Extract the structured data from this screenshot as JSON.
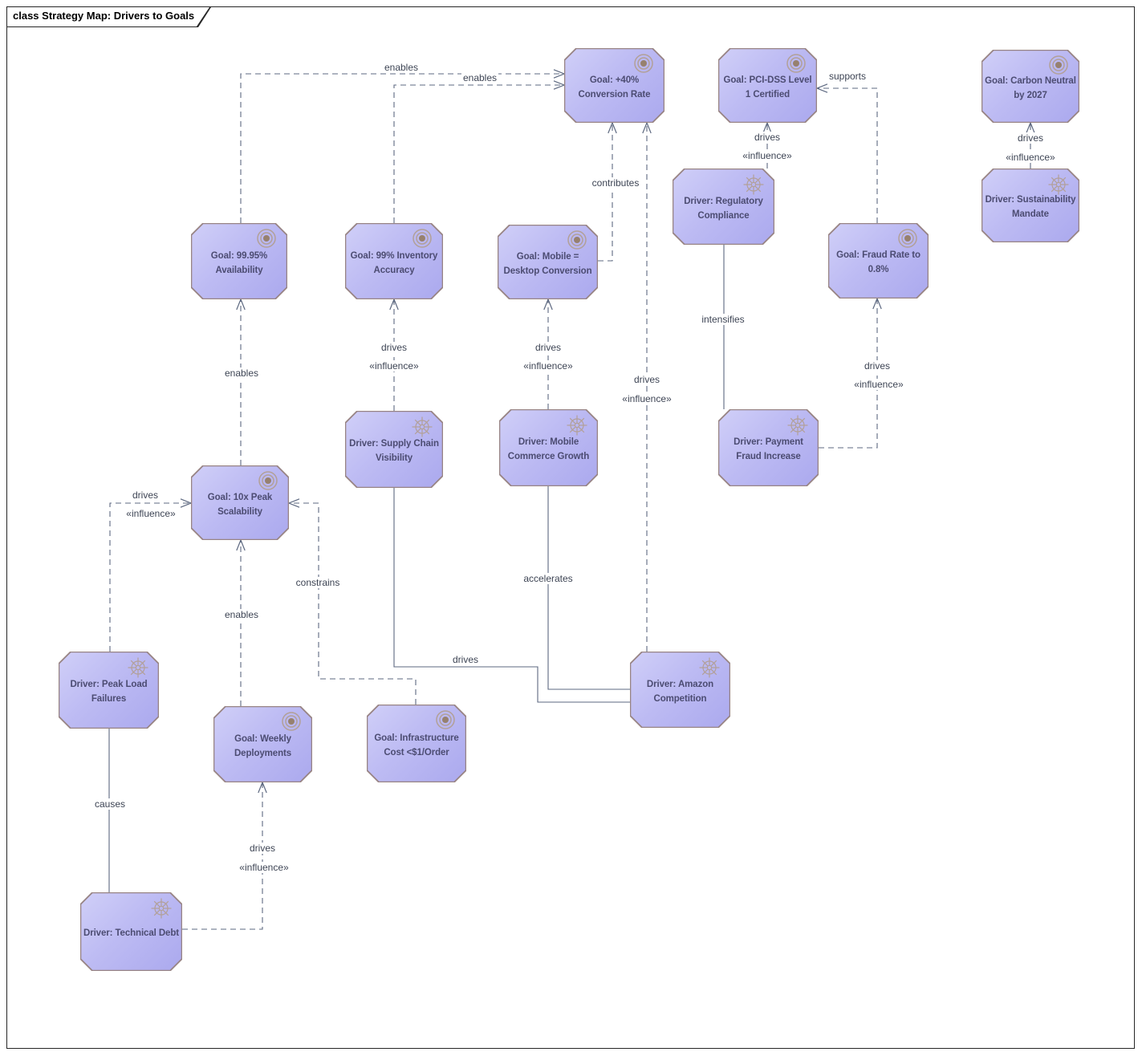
{
  "diagram": {
    "title": "class Strategy Map: Drivers to Goals"
  },
  "nodes": [
    {
      "id": "conversion",
      "kind": "goal",
      "label": "Goal: +40% Conversion Rate"
    },
    {
      "id": "pcidss",
      "kind": "goal",
      "label": "Goal: PCI-DSS Level 1 Certified"
    },
    {
      "id": "carbon",
      "kind": "goal",
      "label": "Goal: Carbon Neutral by 2027"
    },
    {
      "id": "regulatory",
      "kind": "driver",
      "label": "Driver: Regulatory Compliance"
    },
    {
      "id": "sustainability",
      "kind": "driver",
      "label": "Driver: Sustainability Mandate"
    },
    {
      "id": "availability",
      "kind": "goal",
      "label": "Goal: 99.95% Availability"
    },
    {
      "id": "inventory",
      "kind": "goal",
      "label": "Goal: 99% Inventory Accuracy"
    },
    {
      "id": "mobiledesktop",
      "kind": "goal",
      "label": "Goal: Mobile = Desktop Conversion"
    },
    {
      "id": "fraudrate",
      "kind": "goal",
      "label": "Goal: Fraud Rate to 0.8%"
    },
    {
      "id": "supplychain",
      "kind": "driver",
      "label": "Driver: Supply Chain Visibility"
    },
    {
      "id": "mobilecommerce",
      "kind": "driver",
      "label": "Driver: Mobile Commerce Growth"
    },
    {
      "id": "paymentfraud",
      "kind": "driver",
      "label": "Driver: Payment Fraud Increase"
    },
    {
      "id": "scalability",
      "kind": "goal",
      "label": "Goal: 10x Peak Scalability"
    },
    {
      "id": "peakload",
      "kind": "driver",
      "label": "Driver: Peak Load Failures"
    },
    {
      "id": "weekly",
      "kind": "goal",
      "label": "Goal: Weekly Deployments"
    },
    {
      "id": "infracost",
      "kind": "goal",
      "label": "Goal: Infrastructure Cost <$1/Order"
    },
    {
      "id": "amazon",
      "kind": "driver",
      "label": "Driver: Amazon Competition"
    },
    {
      "id": "technicaldebt",
      "kind": "driver",
      "label": "Driver: Technical Debt"
    }
  ],
  "edges": [
    {
      "from": "availability",
      "to": "conversion",
      "style": "dashed",
      "arrow": true,
      "labels": [
        "enables"
      ]
    },
    {
      "from": "inventory",
      "to": "conversion",
      "style": "dashed",
      "arrow": true,
      "labels": [
        "enables"
      ]
    },
    {
      "from": "mobiledesktop",
      "to": "conversion",
      "style": "dashed",
      "arrow": true,
      "labels": [
        "contributes"
      ]
    },
    {
      "from": "amazon",
      "to": "conversion",
      "style": "dashed",
      "arrow": true,
      "labels": [
        "drives",
        "«influence»"
      ]
    },
    {
      "from": "regulatory",
      "to": "pcidss",
      "style": "dashed",
      "arrow": true,
      "labels": [
        "drives",
        "«influence»"
      ]
    },
    {
      "from": "fraudrate",
      "to": "pcidss",
      "style": "dashed",
      "arrow": true,
      "labels": [
        "supports"
      ]
    },
    {
      "from": "sustainability",
      "to": "carbon",
      "style": "dashed",
      "arrow": true,
      "labels": [
        "drives",
        "«influence»"
      ]
    },
    {
      "from": "paymentfraud",
      "to": "fraudrate",
      "style": "dashed",
      "arrow": true,
      "labels": [
        "drives",
        "«influence»"
      ]
    },
    {
      "from": "regulatory",
      "to": "paymentfraud",
      "style": "solid",
      "arrow": false,
      "labels": [
        "intensifies"
      ]
    },
    {
      "from": "supplychain",
      "to": "inventory",
      "style": "dashed",
      "arrow": true,
      "labels": [
        "drives",
        "«influence»"
      ]
    },
    {
      "from": "mobilecommerce",
      "to": "mobiledesktop",
      "style": "dashed",
      "arrow": true,
      "labels": [
        "drives",
        "«influence»"
      ]
    },
    {
      "from": "scalability",
      "to": "availability",
      "style": "dashed",
      "arrow": true,
      "labels": [
        "enables"
      ]
    },
    {
      "from": "peakload",
      "to": "scalability",
      "style": "dashed",
      "arrow": true,
      "labels": [
        "drives",
        "«influence»"
      ]
    },
    {
      "from": "weekly",
      "to": "scalability",
      "style": "dashed",
      "arrow": true,
      "labels": [
        "enables"
      ]
    },
    {
      "from": "infracost",
      "to": "scalability",
      "style": "dashed",
      "arrow": true,
      "labels": [
        "constrains"
      ]
    },
    {
      "from": "technicaldebt",
      "to": "weekly",
      "style": "dashed",
      "arrow": true,
      "labels": [
        "drives",
        "«influence»"
      ]
    },
    {
      "from": "peakload",
      "to": "technicaldebt",
      "style": "solid",
      "arrow": false,
      "labels": [
        "causes"
      ]
    },
    {
      "from": "supplychain",
      "to": "amazon",
      "style": "solid",
      "arrow": false,
      "labels": [
        "drives"
      ]
    },
    {
      "from": "mobilecommerce",
      "to": "amazon",
      "style": "solid",
      "arrow": false,
      "labels": [
        "accelerates"
      ]
    }
  ],
  "colors": {
    "node_fill_light": "#d0cff8",
    "node_fill_dark": "#aba9ee",
    "node_border": "#988484",
    "node_text": "#4c4c72",
    "edge_line": "#5d6880",
    "edge_label_text": "#3d4454",
    "icon_color": "#b2a098",
    "icon_center": "#97816f",
    "frame_border": "#262626"
  }
}
